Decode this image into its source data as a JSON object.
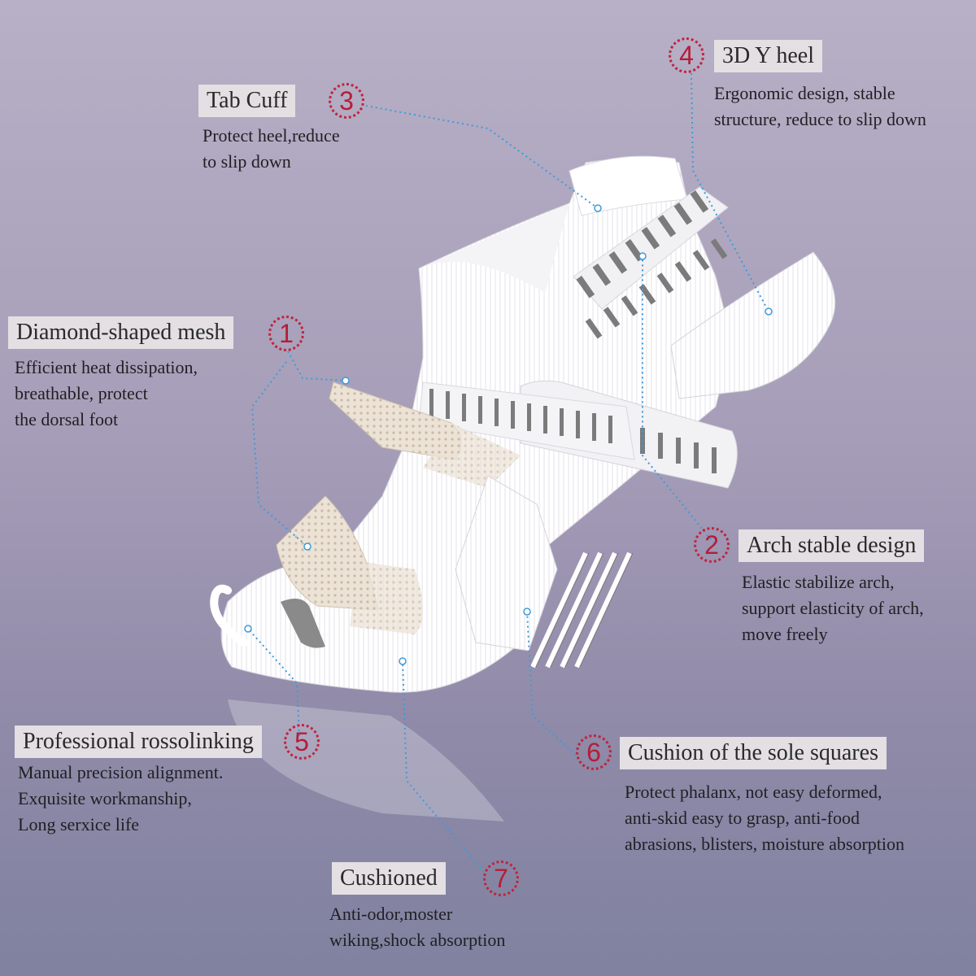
{
  "features": [
    {
      "number": "1",
      "title": "Diamond-shaped mesh",
      "lines": [
        "Efficient heat dissipation,",
        "breathable, protect",
        "the dorsal foot"
      ]
    },
    {
      "number": "2",
      "title": "Arch stable design",
      "lines": [
        "Elastic stabilize arch,",
        "support elasticity of arch,",
        "move freely"
      ]
    },
    {
      "number": "3",
      "title": "Tab Cuff",
      "lines": [
        "Protect heel,reduce",
        "to slip down"
      ]
    },
    {
      "number": "4",
      "title": "3D Y heel",
      "lines": [
        "Ergonomic design, stable",
        "structure, reduce to slip down"
      ]
    },
    {
      "number": "5",
      "title": "Professional rossolinking",
      "lines": [
        "Manual precision alignment.",
        "Exquisite workmanship,",
        "Long serxice life"
      ]
    },
    {
      "number": "6",
      "title": "Cushion of the sole squares",
      "lines": [
        "Protect phalanx, not easy deformed,",
        "anti-skid easy to grasp, anti-food",
        "abrasions, blisters, moisture absorption"
      ]
    },
    {
      "number": "7",
      "title": "Cushioned",
      "lines": [
        "Anti-odor,moster",
        "wiking,shock absorption"
      ]
    }
  ],
  "colors": {
    "badge": "#c0243e",
    "leader": "#3f9ad8",
    "sock": "#ffffff",
    "stripe": "#7b7b7b",
    "mesh": "#e8dfd2",
    "title_bg": "#e3dfe3"
  }
}
